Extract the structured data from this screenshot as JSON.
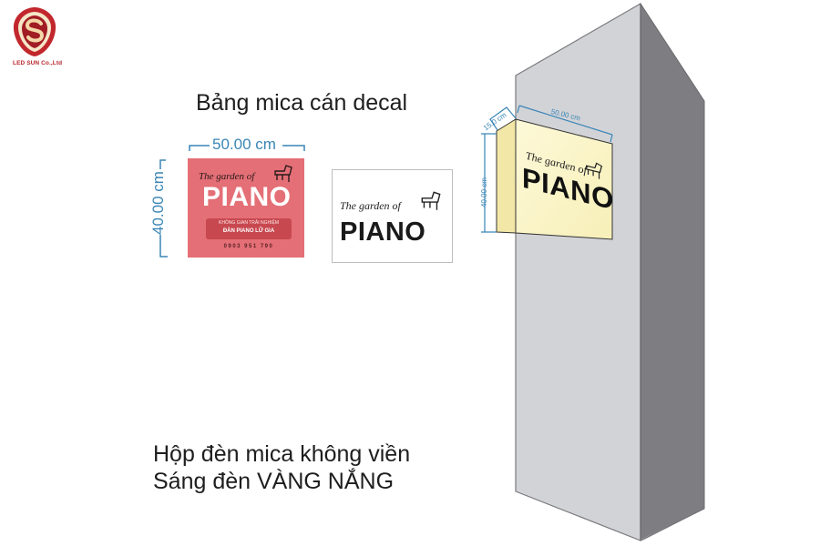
{
  "logo": {
    "brand": "LED SUN Co.,Ltd",
    "icon": "ledsun-logo-icon",
    "color": "#b8272c"
  },
  "top_caption": "Bảng mica cán decal",
  "flat_sign_red": {
    "width_label": "50.00 cm",
    "height_label": "40.00 cm",
    "tagline": "The garden of",
    "title": "PIANO",
    "line1": "KHÔNG GIAN TRẢI NGHIỆM",
    "line2": "ĐÀN PIANO LỮ GIA",
    "phone": "0903 951 790",
    "icon": "grand-piano-icon",
    "background_color": "#e46f76"
  },
  "flat_sign_white": {
    "tagline": "The garden of",
    "title": "PIANO",
    "icon": "grand-piano-icon"
  },
  "lightbox": {
    "depth_label": "15.0 cm",
    "width_label": "50.00 cm",
    "height_label": "40.00 cm",
    "tagline": "The garden of",
    "title": "PIANO",
    "icon": "grand-piano-icon",
    "glow_color": "#fbf6c8"
  },
  "bottom_caption": {
    "line1": "Hộp đèn mica không viền",
    "line2": "Sáng đèn VÀNG NẮNG"
  },
  "colors": {
    "dimension_line": "#3a86b6",
    "pillar_front": "#d2d3d7",
    "pillar_side": "#7e7e82"
  }
}
